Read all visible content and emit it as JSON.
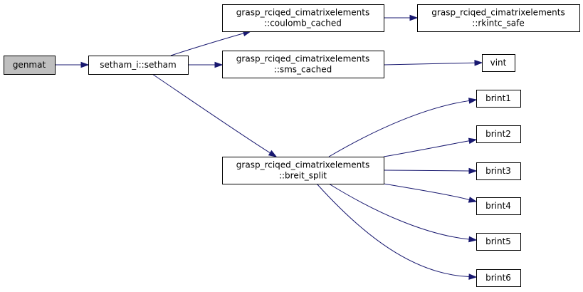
{
  "colors": {
    "edge": "#191970",
    "node_fill": "#ffffff",
    "root_fill": "#bfbfbf",
    "border": "#000000"
  },
  "nodes": {
    "genmat": {
      "lines": [
        "genmat"
      ]
    },
    "setham": {
      "lines": [
        "setham_i::setham"
      ]
    },
    "coulomb": {
      "lines": [
        "grasp_rciqed_cimatrixelements",
        "::coulomb_cached"
      ]
    },
    "rkintc": {
      "lines": [
        "grasp_rciqed_cimatrixelements",
        "::rkintc_safe"
      ]
    },
    "sms": {
      "lines": [
        "grasp_rciqed_cimatrixelements",
        "::sms_cached"
      ]
    },
    "vint": {
      "lines": [
        "vint"
      ]
    },
    "breit": {
      "lines": [
        "grasp_rciqed_cimatrixelements",
        "::breit_split"
      ]
    },
    "brint1": {
      "lines": [
        "brint1"
      ]
    },
    "brint2": {
      "lines": [
        "brint2"
      ]
    },
    "brint3": {
      "lines": [
        "brint3"
      ]
    },
    "brint4": {
      "lines": [
        "brint4"
      ]
    },
    "brint5": {
      "lines": [
        "brint5"
      ]
    },
    "brint6": {
      "lines": [
        "brint6"
      ]
    }
  },
  "edges": [
    {
      "from": "genmat",
      "to": "setham"
    },
    {
      "from": "setham",
      "to": "coulomb"
    },
    {
      "from": "setham",
      "to": "sms"
    },
    {
      "from": "setham",
      "to": "breit"
    },
    {
      "from": "coulomb",
      "to": "rkintc"
    },
    {
      "from": "sms",
      "to": "vint"
    },
    {
      "from": "breit",
      "to": "brint1"
    },
    {
      "from": "breit",
      "to": "brint2"
    },
    {
      "from": "breit",
      "to": "brint3"
    },
    {
      "from": "breit",
      "to": "brint4"
    },
    {
      "from": "breit",
      "to": "brint5"
    },
    {
      "from": "breit",
      "to": "brint6"
    }
  ]
}
